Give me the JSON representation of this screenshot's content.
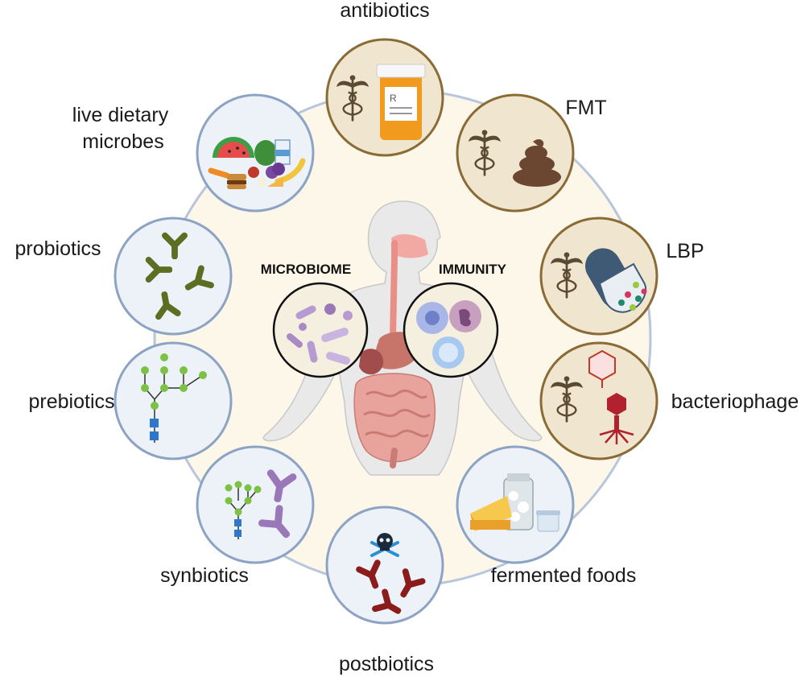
{
  "center": {
    "microbiome_label": "MICROBIOME",
    "immunity_label": "IMMUNITY"
  },
  "nodes": [
    {
      "label": "antibiotics",
      "icon": "pill-bottle-icon",
      "kind": "medical"
    },
    {
      "label": "FMT",
      "icon": "stool-icon",
      "kind": "medical"
    },
    {
      "label": "LBP",
      "icon": "capsule-icon",
      "kind": "medical"
    },
    {
      "label": "bacteriophage",
      "icon": "bacteriophage-icon",
      "kind": "medical"
    },
    {
      "label": "fermented foods",
      "icon": "fermented-foods-icon",
      "kind": "dietary"
    },
    {
      "label": "postbiotics",
      "icon": "skull-bacteria-icon",
      "kind": "dietary"
    },
    {
      "label": "synbiotics",
      "icon": "synbiotics-icon",
      "kind": "dietary"
    },
    {
      "label": "prebiotics",
      "icon": "oligosaccharide-icon",
      "kind": "dietary"
    },
    {
      "label": "probiotics",
      "icon": "bacteria-icon",
      "kind": "dietary"
    },
    {
      "label": [
        "live dietary",
        "microbes"
      ],
      "icon": "fruits-vegetables-icon",
      "kind": "dietary"
    }
  ],
  "colors": {
    "medical_fill": "#f0e6cf",
    "medical_stroke": "#8a6a35",
    "dietary_fill": "#edf2f8",
    "dietary_stroke": "#8ca3c4",
    "halo_fill": "#fdf7ea",
    "caduceus": "#5a4a32",
    "bacteria_green": "#5d6d22",
    "bacteria_purple": "#9a78b8",
    "bacteria_red": "#8a1c1c",
    "glycan_green": "#7cc242",
    "glycan_blue": "#2f78c9"
  }
}
